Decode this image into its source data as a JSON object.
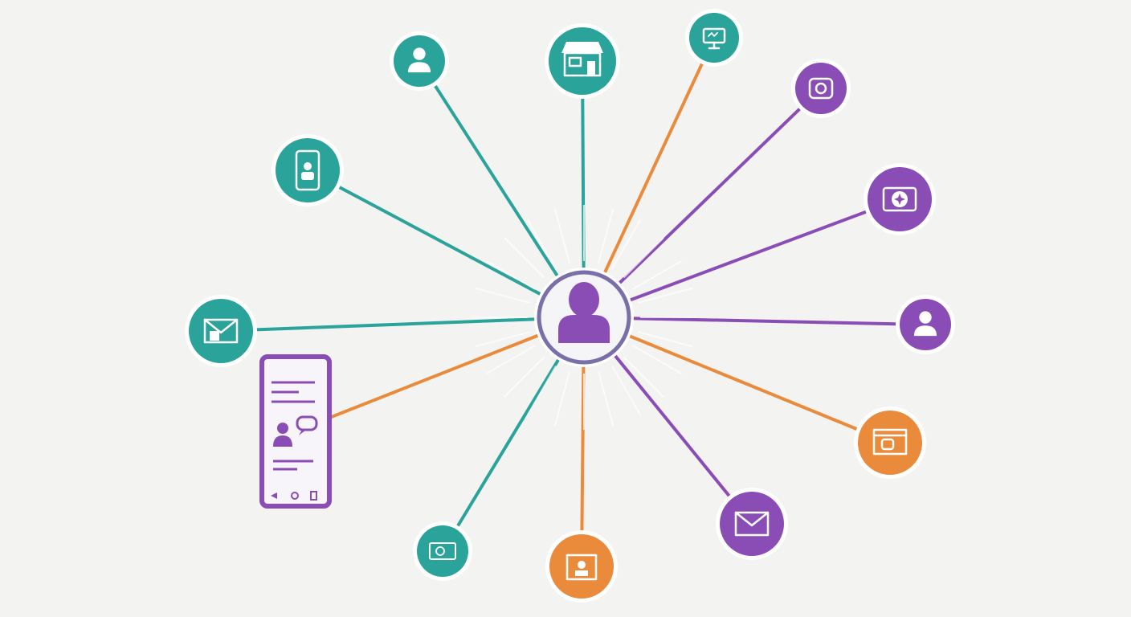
{
  "colors": {
    "teal": "#2aa39a",
    "orange": "#ea8a3b",
    "purple": "#8a4db6",
    "background": "#f3f3f2",
    "hub_border": "#7a6fa8"
  },
  "hub": {
    "icon": "person-icon",
    "color": "purple"
  },
  "nodes": [
    {
      "id": "user-top",
      "icon": "person-icon",
      "color": "teal"
    },
    {
      "id": "store",
      "icon": "store-icon",
      "color": "teal"
    },
    {
      "id": "monitor-chat",
      "icon": "monitor-chat-icon",
      "color": "teal",
      "line": "orange"
    },
    {
      "id": "camera",
      "icon": "camera-icon",
      "color": "purple"
    },
    {
      "id": "photo-star",
      "icon": "photo-icon",
      "color": "purple"
    },
    {
      "id": "user-right",
      "icon": "person-icon",
      "color": "purple"
    },
    {
      "id": "browser",
      "icon": "browser-window-icon",
      "color": "orange"
    },
    {
      "id": "mail-right",
      "icon": "mail-icon",
      "color": "purple"
    },
    {
      "id": "profile-card",
      "icon": "profile-card-icon",
      "color": "orange"
    },
    {
      "id": "media",
      "icon": "media-icon",
      "color": "teal"
    },
    {
      "id": "smartphone",
      "icon": "smartphone-chat-icon",
      "color": "purple",
      "line": "orange"
    },
    {
      "id": "mail-left",
      "icon": "mail-lock-icon",
      "color": "teal"
    },
    {
      "id": "phone-contact",
      "icon": "phone-contact-icon",
      "color": "teal"
    }
  ]
}
